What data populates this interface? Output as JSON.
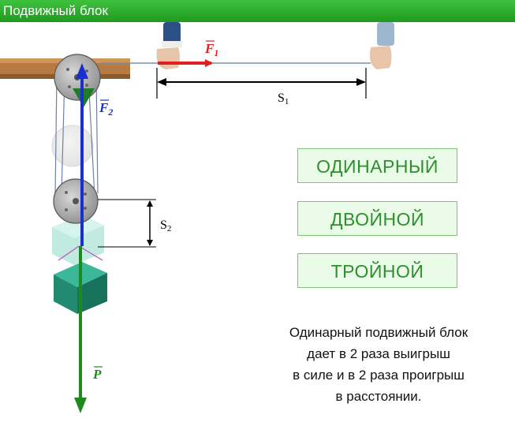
{
  "title": "Подвижный блок",
  "labels": {
    "force_pull": "F",
    "force_pull_sub": "1",
    "force_block": "F",
    "force_block_sub": "2",
    "weight": "P",
    "distance_pull": "S",
    "distance_pull_sub": "1",
    "distance_load": "S",
    "distance_load_sub": "2"
  },
  "buttons": [
    "ОДИНАРНЫЙ",
    "ДВОЙНОЙ",
    "ТРОЙНОЙ"
  ],
  "description": [
    "Одинарный подвижный блок",
    "дает в 2 раза выигрыш",
    "в силе и в 2 раза проигрыш",
    "в расстоянии."
  ],
  "colors": {
    "title_bar": "#2aa82a",
    "force_pull": "#e02020",
    "force_block": "#1a2fd0",
    "weight": "#1d8a1d",
    "button_text": "#2f8f2f"
  }
}
